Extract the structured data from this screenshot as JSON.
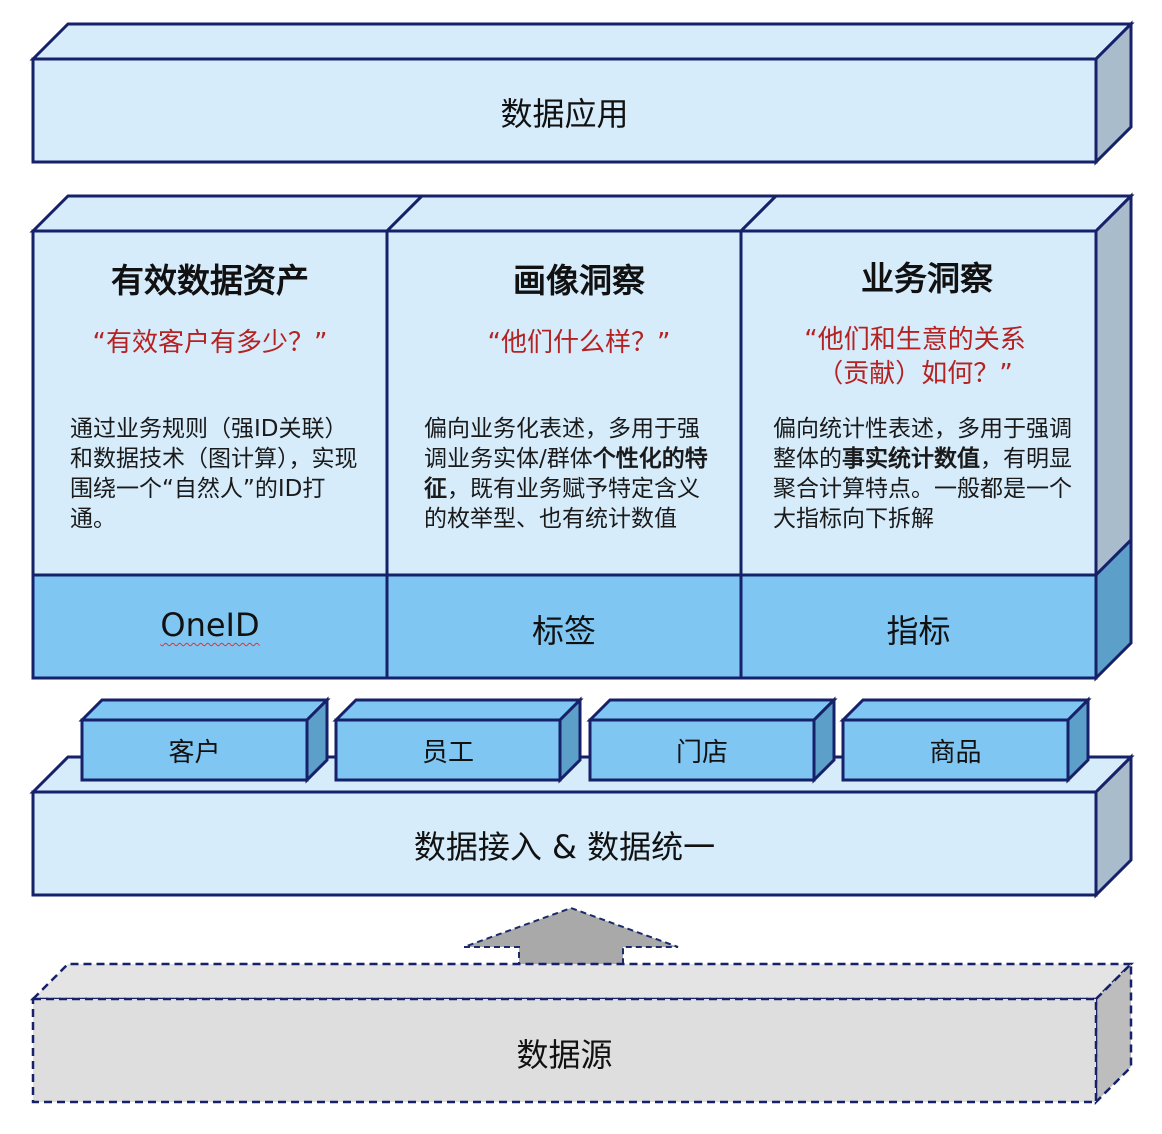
{
  "colors": {
    "box_face": "#d6ecfb",
    "box_top": "#d6ecfb",
    "box_side": "#a8bccb",
    "tag_face": "#7fc6f3",
    "tag_side": "#5c9fc8",
    "border": "#16216a",
    "source_face": "#dedede",
    "source_side": "#bdbdbd",
    "arrow": "#a9a9a9",
    "quote_red": "#b52222"
  },
  "top_layer": {
    "label": "数据应用"
  },
  "columns": [
    {
      "title": "有效数据资产",
      "quote": "“有效客户有多少？”",
      "description": "通过业务规则（强ID关联）和数据技术（图计算），实现围绕一个“自然人”的ID打通。",
      "tag": "OneID"
    },
    {
      "title": "画像洞察",
      "quote": "“他们什么样？”",
      "description_parts": [
        "偏向业务化表述，多用于强调业务实体/群体",
        "个性化的特征",
        "，既有业务赋予特定含义的枚举型、也有统计数值"
      ],
      "tag": "标签"
    },
    {
      "title": "业务洞察",
      "quote_lines": [
        "“他们和生意的关系",
        "（贡献）如何？”"
      ],
      "description_parts": [
        "偏向统计性表述，多用于强调整体的",
        "事实统计数值",
        "，有明显聚合计算特点。一般都是一个大指标向下拆解"
      ],
      "tag": "指标"
    }
  ],
  "entities": [
    "客户",
    "员工",
    "门店",
    "商品"
  ],
  "integration_layer": {
    "label": "数据接入 & 数据统一"
  },
  "source_layer": {
    "label": "数据源"
  }
}
